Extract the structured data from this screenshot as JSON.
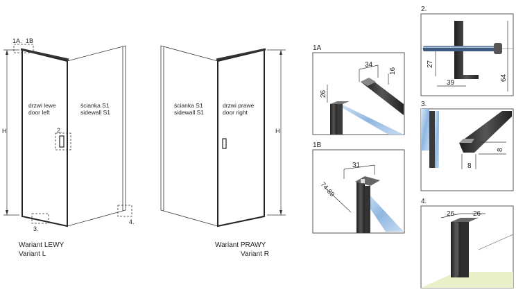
{
  "left_view": {
    "callouts": [
      "1A.",
      "1B",
      "2.",
      "3.",
      "4."
    ],
    "dim_h": "H",
    "door_label": [
      "drzwi lewe",
      "door left"
    ],
    "wall_label": [
      "ścianka S1",
      "sidewall S1"
    ],
    "variant": [
      "Wariant LEWY",
      "Variant L"
    ]
  },
  "right_view": {
    "dim_h": "H",
    "wall_label": [
      "ścianka S1",
      "sidewall S1"
    ],
    "door_label": [
      "drzwi prawe",
      "door right"
    ],
    "variant": [
      "Wariant PRAWY",
      "Variant R"
    ]
  },
  "detail_1a": {
    "title": "1A",
    "dims": [
      "34",
      "16",
      "26"
    ]
  },
  "detail_1b": {
    "title": "1B",
    "dims": [
      "31",
      "74-89"
    ]
  },
  "detail_2": {
    "title": "2.",
    "dims": [
      "27",
      "39",
      "64"
    ]
  },
  "detail_3": {
    "title": "3.",
    "dims": [
      "8",
      "8"
    ]
  },
  "detail_4": {
    "title": "4.",
    "dims": [
      "26",
      "26"
    ]
  },
  "colors": {
    "glass": "#9fc3e6",
    "profile": "#2b2b2b",
    "floor": "#e9efc9"
  }
}
